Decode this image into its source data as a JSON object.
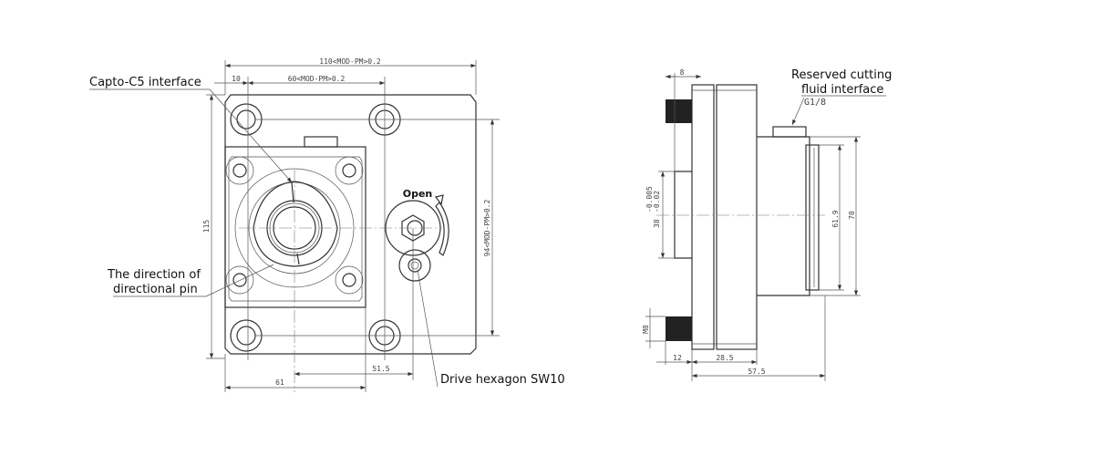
{
  "front_view": {
    "labels": {
      "capto": "Capto-C5 interface",
      "direction_line1": "The direction of",
      "direction_line2": "directional pin",
      "drive": "Drive hexagon SW10",
      "open": "Open"
    },
    "dimensions": {
      "width_total": "110<MOD-PM>0.2",
      "offset_left": "10",
      "hole_spacing": "60<MOD-PM>0.2",
      "height_total": "115",
      "hole_vertical": "94<MOD-PM>0.2",
      "drive_offset": "51.5",
      "square_width": "61"
    }
  },
  "side_view": {
    "labels": {
      "reserved_line1": "Reserved cutting",
      "reserved_line2": "fluid interface",
      "thread_spec": "G1/8"
    },
    "dimensions": {
      "plate_thickness": "8",
      "spigot_dia": "38",
      "spigot_tol_upper": "-0.005",
      "spigot_tol_lower": "-0.02",
      "flange_inner": "61.9",
      "flange_outer": "70",
      "thread": "M8",
      "stud_length": "12",
      "body_length": "28.5",
      "total_length": "57.5"
    }
  },
  "colors": {
    "line": "#333333",
    "background": "#ffffff"
  }
}
